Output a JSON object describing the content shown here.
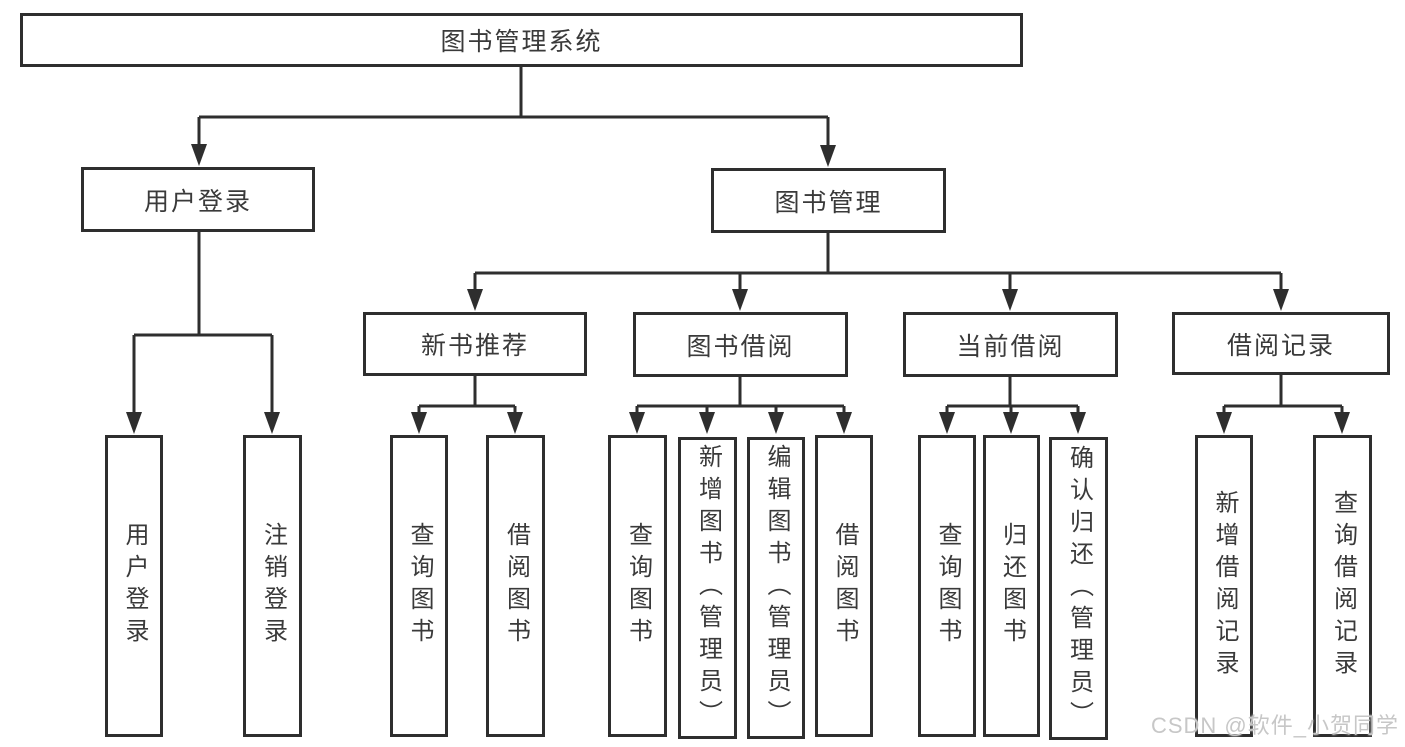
{
  "diagram": {
    "title": "图书管理系统",
    "root": {
      "label": "图书管理系统"
    },
    "level2": {
      "user_login": {
        "label": "用户登录"
      },
      "book_mgmt": {
        "label": "图书管理"
      }
    },
    "level3": {
      "new_books": {
        "label": "新书推荐"
      },
      "book_borrow": {
        "label": "图书借阅"
      },
      "current_borrow": {
        "label": "当前借阅"
      },
      "borrow_records": {
        "label": "借阅记录"
      }
    },
    "leaves": {
      "user_login": {
        "label": "用户登录"
      },
      "logout": {
        "label": "注销登录"
      },
      "newbooks_query_book": {
        "label": "查询图书"
      },
      "newbooks_borrow_book": {
        "label": "借阅图书"
      },
      "borrow_query_book": {
        "label": "查询图书"
      },
      "borrow_add_book": {
        "label": "新增图书（管理员）"
      },
      "borrow_edit_book": {
        "label": "编辑图书（管理员）"
      },
      "borrow_borrow_book": {
        "label": "借阅图书"
      },
      "current_query_book": {
        "label": "查询图书"
      },
      "current_return_book": {
        "label": "归还图书"
      },
      "current_confirm_return": {
        "label": "确认归还（管理员）"
      },
      "records_add_record": {
        "label": "新增借阅记录"
      },
      "records_query_record": {
        "label": "查询借阅记录"
      }
    },
    "colors": {
      "line": "#2e2e2e",
      "text": "#3a3a3a",
      "background": "#ffffff",
      "watermark": "#c7c7c7"
    }
  },
  "watermark": {
    "text": "CSDN @软件_小贺同学"
  }
}
